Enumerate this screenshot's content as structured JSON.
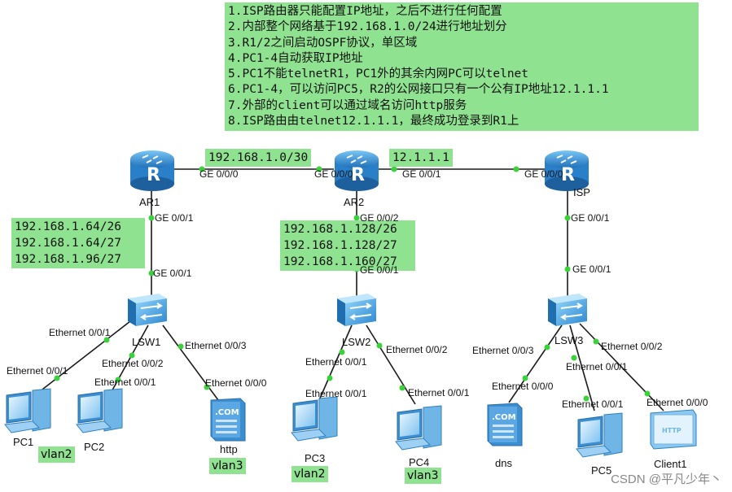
{
  "requirements": [
    "1.ISP路由器只能配置IP地址，之后不进行任何配置",
    "2.内部整个网络基于192.168.1.0/24进行地址划分",
    "3.R1/2之间启动OSPF协议，单区域",
    "4.PC1-4自动获取IP地址",
    "5.PC1不能telnetR1，PC1外的其余内网PC可以telnet",
    "6.PC1-4，可以访问PC5，R2的公网接口只有一个公有IP地址12.1.1.1",
    "7.外部的client可以通过域名访问http服务",
    "8.ISP路由由telnet12.1.1.1，最终成功登录到R1上"
  ],
  "links": {
    "r1_r2_net": "192.168.1.0/30",
    "r2_isp_net": "12.1.1.1"
  },
  "subnets": {
    "ar1": [
      "192.168.1.64/26",
      "192.168.1.64/27",
      "192.168.1.96/27"
    ],
    "ar2": [
      "192.168.1.128/26",
      "192.168.1.128/27",
      "192.168.1.160/27"
    ]
  },
  "devices": {
    "ar1": "AR1",
    "ar2": "AR2",
    "isp": "ISP",
    "lsw1": "LSW1",
    "lsw2": "LSW2",
    "lsw3": "LSW3",
    "pc1": "PC1",
    "pc2": "PC2",
    "pc3": "PC3",
    "pc4": "PC4",
    "pc5": "PC5",
    "http": "http",
    "dns": "dns",
    "client1": "Client1"
  },
  "ports": {
    "ar1_g000": "GE 0/0/0",
    "ar2_g000": "GE 0/0/0",
    "ar2_g001": "GE 0/0/1",
    "isp_g000": "GE 0/0/0",
    "ar1_g001": "GE 0/0/1",
    "lsw1_g001": "GE 0/0/1",
    "ar2_g002": "GE 0/0/2",
    "lsw2_g001": "GE 0/0/1",
    "isp_g001": "GE 0/0/1",
    "lsw3_g001": "GE 0/0/1",
    "lsw1_e1": "Ethernet 0/0/1",
    "lsw1_e2": "Ethernet 0/0/2",
    "lsw1_e3": "Ethernet 0/0/3",
    "pc1_e1": "Ethernet 0/0/1",
    "pc2_e1": "Ethernet 0/0/1",
    "http_e0": "Ethernet 0/0/0",
    "lsw2_e1": "Ethernet 0/0/1",
    "lsw2_e2": "Ethernet 0/0/2",
    "pc3_e1": "Ethernet 0/0/1",
    "pc4_e1": "Ethernet 0/0/1",
    "lsw3_e3": "Ethernet 0/0/3",
    "lsw3_e2": "Ethernet 0/0/2",
    "lsw3_e1": "Ethernet 0/0/1",
    "dns_e0": "Ethernet 0/0/0",
    "pc5_e1": "Ethernet 0/0/1",
    "client1_e0": "Ethernet 0/0/0"
  },
  "vlans": {
    "pc1": "vlan2",
    "http": "vlan3",
    "pc3": "vlan2",
    "pc4": "vlan3"
  },
  "watermark": "CSDN @平凡少年丶",
  "colors": {
    "highlight": "#8fe28f",
    "link_dot": "#3ad23a",
    "device_blue": "#2f8fd8"
  }
}
